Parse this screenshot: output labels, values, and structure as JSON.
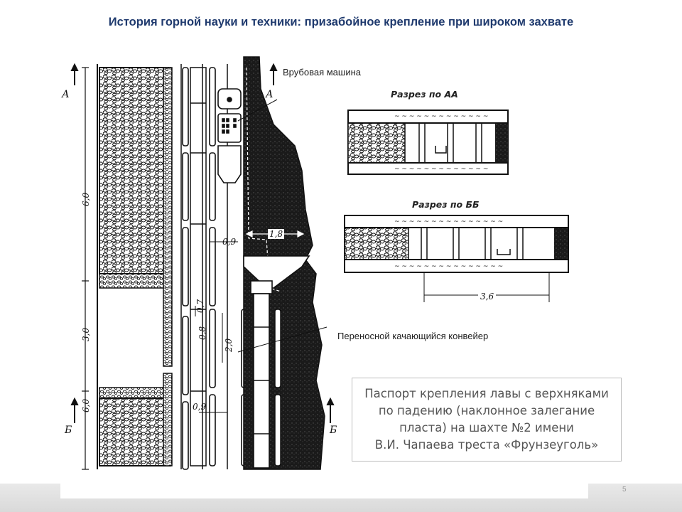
{
  "slide": {
    "title": "История горной науки и техники: призабойное крепление при широком захвате",
    "page_number": "5"
  },
  "figure": {
    "callouts": {
      "cutting_machine": "Врубовая машина",
      "conveyor": "Переносной качающийся конвейер"
    },
    "sections": {
      "aa": "Разрез по АА",
      "bb": "Разрез по ББ"
    },
    "section_marks": {
      "a_left": "А",
      "a_right": "А",
      "b_left": "Б",
      "b_right": "Б"
    },
    "dimensions": {
      "d_6_0_top": "6,0",
      "d_3_0": "3,0",
      "d_6_0_bottom": "6,0",
      "d_1_8": "1,8",
      "d_0_9_top": "0,9",
      "d_0_7": "0,7",
      "d_0_8": "0,8",
      "d_2_0": "2,0",
      "d_0_9_bottom": "0,9",
      "d_3_6": "3,6"
    }
  },
  "caption": {
    "lines": [
      "Паспорт крепления лавы с верхняками",
      "по падению (наклонное залегание",
      "пласта) на шахте №2 имени",
      "В.И. Чапаева треста «Фрунзеуголь»"
    ]
  }
}
